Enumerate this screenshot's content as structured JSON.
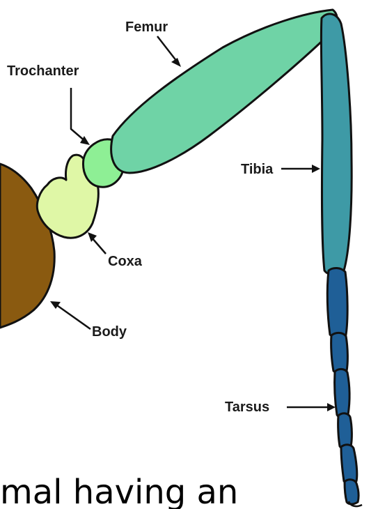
{
  "labels": {
    "femur": "Femur",
    "trochanter": "Trochanter",
    "tibia": "Tibia",
    "coxa": "Coxa",
    "body": "Body",
    "tarsus": "Tarsus"
  },
  "caption": "mal having an",
  "colors": {
    "body": "#8a5a10",
    "coxa": "#dff7a6",
    "trochanter": "#8eef95",
    "femur": "#6fd3a6",
    "tibia": "#3e9aa6",
    "tarsus": "#1f5f97",
    "outline": "#111111"
  }
}
